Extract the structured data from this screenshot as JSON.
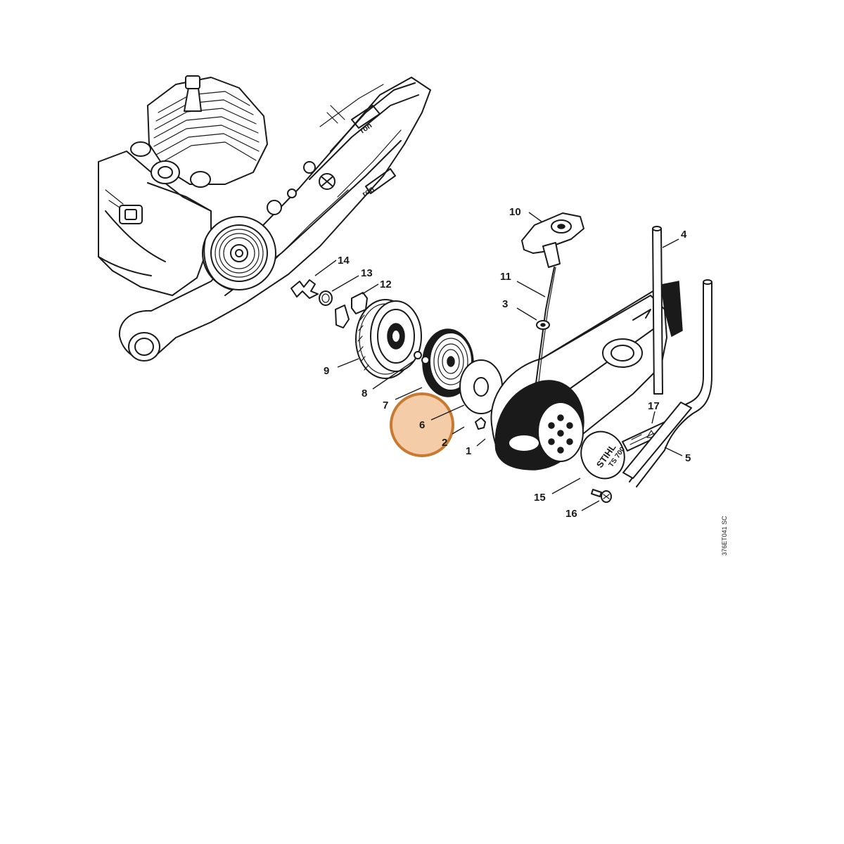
{
  "diagram": {
    "reference_code": "376ET041 SC",
    "highlight_color": "#f5cca8",
    "highlight_stroke": "#c77a30",
    "highlighted_part": "6",
    "callouts": {
      "p1": "1",
      "p2": "2",
      "p3": "3",
      "p4": "4",
      "p5": "5",
      "p6": "6",
      "p7": "7",
      "p8": "8",
      "p9": "9",
      "p10": "10",
      "p11": "11",
      "p12": "12",
      "p13": "13",
      "p14": "14",
      "p15": "15",
      "p16": "16",
      "p17": "17"
    },
    "badge": {
      "brand": "STIHL",
      "model": "TS 700"
    },
    "frame_text": "ron"
  }
}
